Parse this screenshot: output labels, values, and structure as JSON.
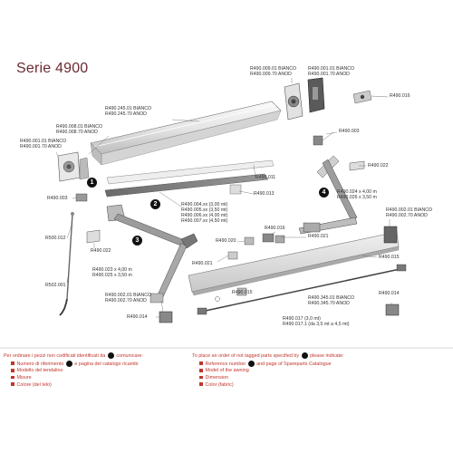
{
  "title": "Serie 4900",
  "callouts": [
    "1",
    "2",
    "3",
    "4"
  ],
  "labels": {
    "r490_009_01_bianco": "R490.009.01 BIANCO",
    "r490_009_70_anod": "R490.009.70 ANOD",
    "r490_001_01_bianco": "R490.001.01 BIANCO",
    "r490_001_70_anod": "R490.001.70 ANOD",
    "r490_016_top": "R490.016",
    "r490_245_01_bianco": "R490.245.01 BIANCO",
    "r490_245_70_anod": "R490.245.70 ANOD",
    "r490_008_01_bianco": "R490.008.01 BIANCO",
    "r490_008_70_anod": "R490.008.70 ANOD",
    "r490_001_01_bianco_left": "R490.001.01 BIANCO",
    "r490_001_70_anod_left": "R490.001.70 ANOD",
    "r490_003_right": "R490.003",
    "r490_022_right": "R490.022",
    "r490_011": "R490.011",
    "r490_003_left": "R490.003",
    "r490_013": "R490.013",
    "r490_024": "R490.024 x 4,00 m",
    "r490_026": "R490.026 x 3,50 m",
    "r490_004": "R490.004.xx (3,00 mt)",
    "r490_005": "R490.005.xx (3,50 mt)",
    "r490_006": "R490.006.xx (4,00 mt)",
    "r490_007": "R490.007.xx (4,50 mt)",
    "r490_002_01_bianco_r": "R490.002.01 BIANCO",
    "r490_002_70_anod_r": "R490.002.70 ANOD",
    "r490_016_mid": "R490.016",
    "r500_012": "R500.012",
    "r490_022_left": "R490.022",
    "r490_020": "R490.020",
    "r490_021_right": "R490.021",
    "r490_023": "R490.023 x 4,00 m",
    "r490_025": "R490.025 x 3,50 m",
    "r490_021_left": "R490.021",
    "r490_015_right": "R490.015",
    "r502_001": "R502.001",
    "r490_002_01_bianco_l": "R490.002.01 BIANCO",
    "r490_002_70_anod_l": "R490.002.70 ANOD",
    "r490_015_mid": "R490.015",
    "r490_345_01_bianco": "R490.345.01 BIANCO",
    "r490_345_70_anod": "R490.345.70 ANOD",
    "r490_014_right": "R490.014",
    "r490_014_left": "R490.014",
    "r490_017": "R490.017 (3,0 mt)",
    "r490_017_1": "R490.017.1 (da 3,5 mt a 4,5 mt)"
  },
  "legend_it": {
    "heading_a": "Per ordinare i pezzi non codificati identificati da",
    "heading_b": "comunicare:",
    "items": [
      "Numero di riferimento",
      "e pagina del catalogo ricambi",
      "Modello del tendalino",
      "Misure",
      "Colore (del telo)"
    ]
  },
  "legend_en": {
    "heading_a": "To place an order of not tagged parts specified by",
    "heading_b": "please indicate:",
    "items": [
      "Reference number",
      "and page of Spareparts Catalogue",
      "Model of the awning",
      "Dimension",
      "Color (fabric)"
    ]
  },
  "colors": {
    "title": "#6a2a30",
    "legend": "#c0362c",
    "line": "#444444"
  }
}
